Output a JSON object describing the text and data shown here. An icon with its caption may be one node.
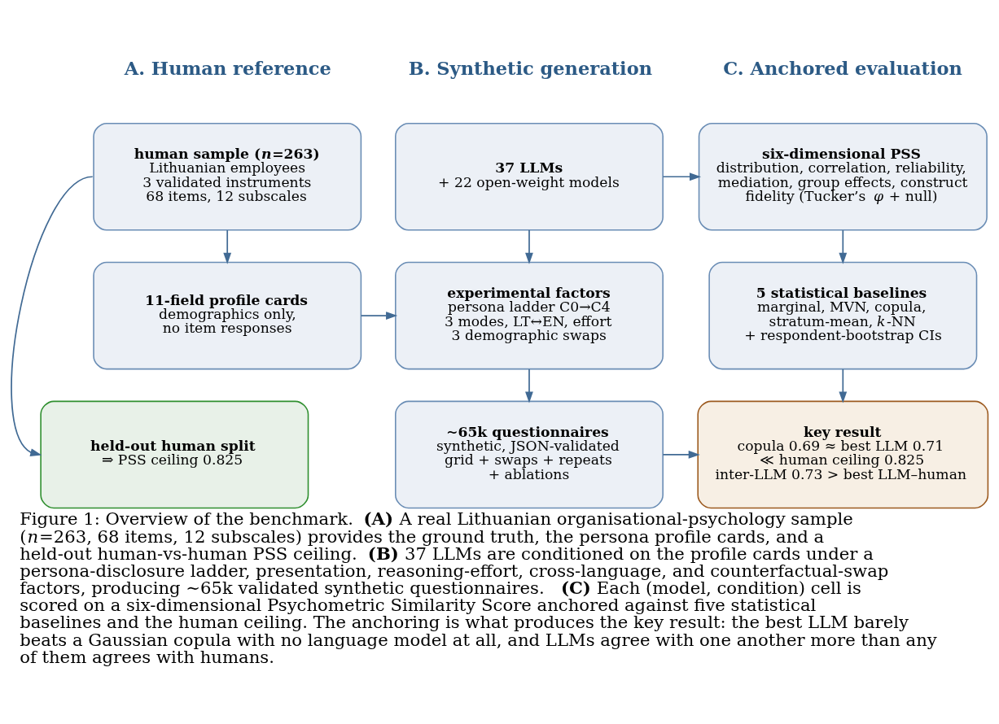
{
  "diagram": {
    "caption": "Figure 1: Overview of the benchmark. **(A)** A real Lithuanian organisational-psychology sample (*n*=263, 68 items, 12 subscales) provides the ground truth, the persona profile cards, and a held-out human-vs-human PSS ceiling. **(B)** 37 LLMs are conditioned on the profile cards under a persona-disclosure ladder, presentation, reasoning-effort, cross-language, and counterfactual-swap factors, producing ∼65k validated synthetic questionnaires. **(C)** Each (model, condition) cell is scored on a six-dimensional Psychometric Similarity Score anchored against five statistical baselines and the human ceiling. The anchoring is what produces the key result: the best LLM barely beats a Gaussian copula with no language model at all, and LLMs agree with one another more than any of them agrees with humans.",
    "nodes": [
      {
        "text": [
          "human sample (*n*=263)",
          "Lithuanian employees",
          "3 validated instruments",
          "68 items, 12 subscales"
        ]
      },
      {
        "text": [
          "37 LLMs",
          "+ 22 open-weight models"
        ]
      },
      {
        "text": [
          "six-dimensional PSS",
          "distribution, correlation, reliability, mediation, group effects, construct fidelity (Tucker’s *φ* + null)"
        ]
      },
      {
        "text": [
          "11-field profile cards",
          "demographics only, no item responses"
        ]
      },
      {
        "text": [
          "experimental factors",
          "persona ladder C0→C4",
          "3 modes, LT↔EN, effort",
          "3 demographic swaps"
        ]
      },
      {
        "text": [
          "5 statistical baselines",
          "marginal, MVN, copula, stratum-mean, *k*-NN",
          "+ respondent-bootstrap CIs"
        ]
      },
      {
        "text": [
          "held-out human split",
          "⇒ PSS ceiling 0.825"
        ]
      },
      {
        "text": [
          "∼65k questionnaires",
          "synthetic, JSON-validated",
          "grid + swaps + repeats + ablations"
        ]
      },
      {
        "text": [
          "key result",
          "copula 0.69 ≈ best LLM 0.71 ≪ human ceiling 0.825",
          "inter-LLM 0.73 > best LLM–human"
        ]
      }
    ],
    "edges": [
      {
        "from": 0,
        "to": 3,
        "arrow": "to"
      },
      {
        "from": 0,
        "to": 6,
        "arrow": "to"
      },
      {
        "from": 1,
        "to": 4,
        "arrow": "to"
      },
      {
        "from": 3,
        "to": 4,
        "arrow": "to"
      },
      {
        "from": 4,
        "to": 7,
        "arrow": "to"
      },
      {
        "from": 1,
        "to": 2,
        "arrow": "to"
      },
      {
        "from": 2,
        "to": 5,
        "arrow": "to"
      },
      {
        "from": 5,
        "to": 8,
        "arrow": "to"
      },
      {
        "from": 7,
        "to": 8,
        "arrow": "to"
      }
    ],
    "labels": [
      "A. Human reference",
      "B. Synthetic generation",
      "C. Anchored evaluation"
    ]
  }
}
